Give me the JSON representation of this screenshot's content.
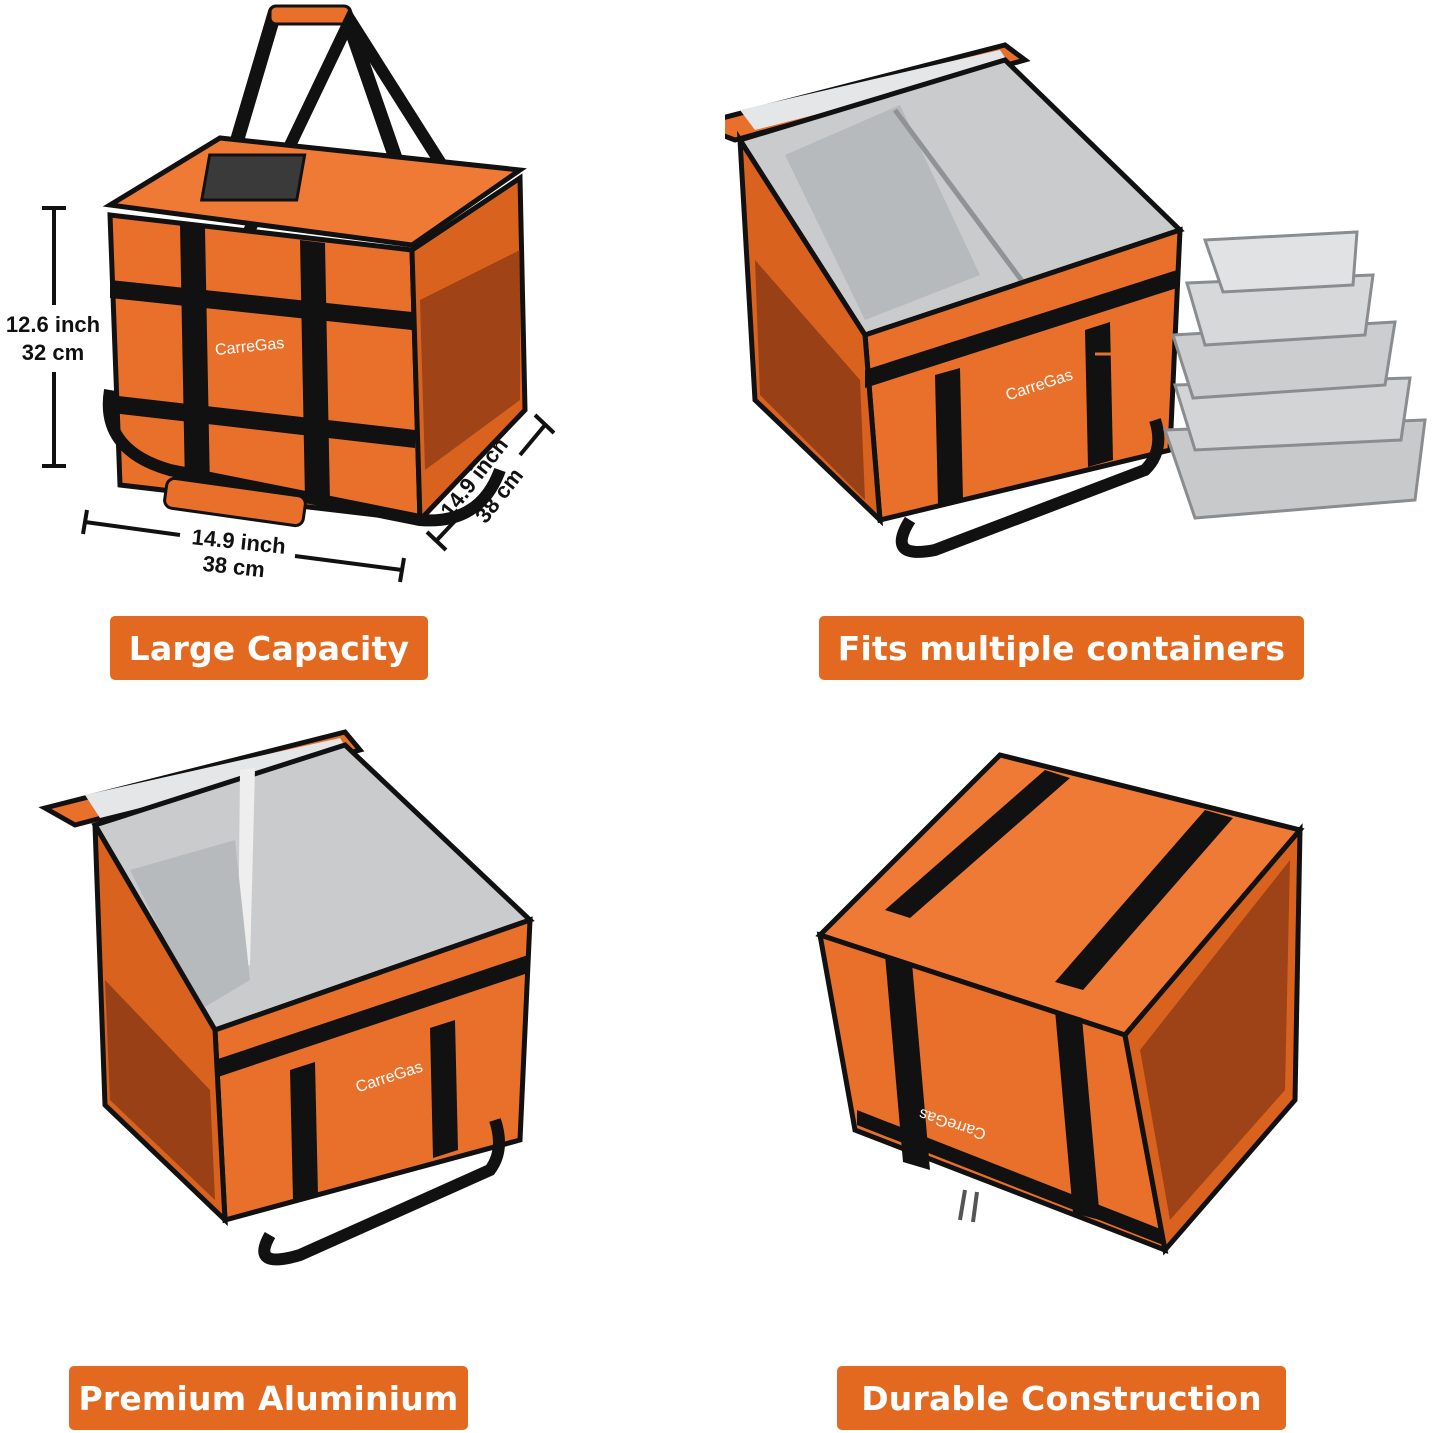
{
  "panels": [
    {
      "label": "Large Capacity",
      "brand": "CarreGas"
    },
    {
      "label": "Fits multiple containers",
      "brand": "CarreGas"
    },
    {
      "label": "Premium Aluminium",
      "brand": "CarreGas"
    },
    {
      "label": "Durable Construction",
      "brand": "CarreGas"
    }
  ],
  "dimensions": {
    "height_inch": "12.6 inch",
    "height_cm": "32 cm",
    "width_inch": "14.9 inch",
    "width_cm": "38 cm",
    "depth_inch": "14.9 inch",
    "depth_cm": "38 cm"
  },
  "colors": {
    "accent": "#e2691f",
    "bag": "#e8702a",
    "strap": "#111111",
    "lining": "#c9cbcd"
  }
}
